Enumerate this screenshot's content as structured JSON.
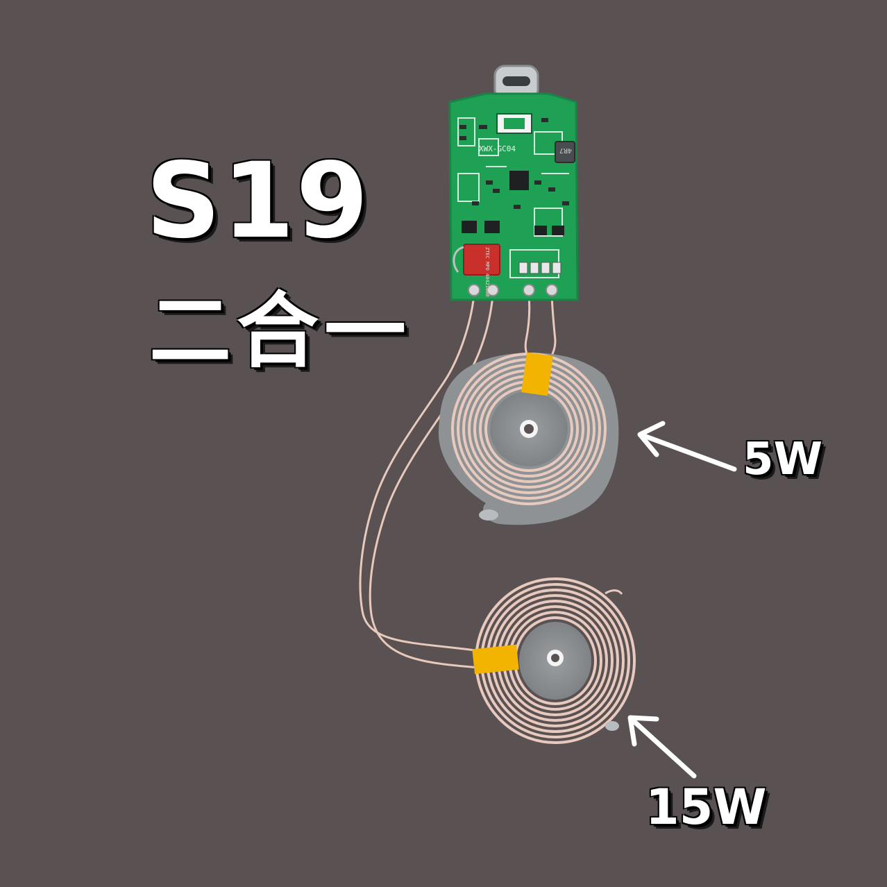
{
  "product": {
    "model": "S19",
    "subtitle": "二合一"
  },
  "board": {
    "silkscreen_code": "XWX-GC04",
    "inductor_marking": "4R7",
    "capacitor_marking": "ZTEC MPO 40421000"
  },
  "coils": [
    {
      "power_label": "5W"
    },
    {
      "power_label": "15W"
    }
  ],
  "colors": {
    "background": "#5a5252",
    "pcb_green": "#1fa155",
    "copper_wire": "#e8c9bd",
    "kapton_tape": "#f2b400",
    "ferrite_gray": "#8e9294",
    "capacitor_red": "#c9302c",
    "label_text": "#ffffff"
  }
}
